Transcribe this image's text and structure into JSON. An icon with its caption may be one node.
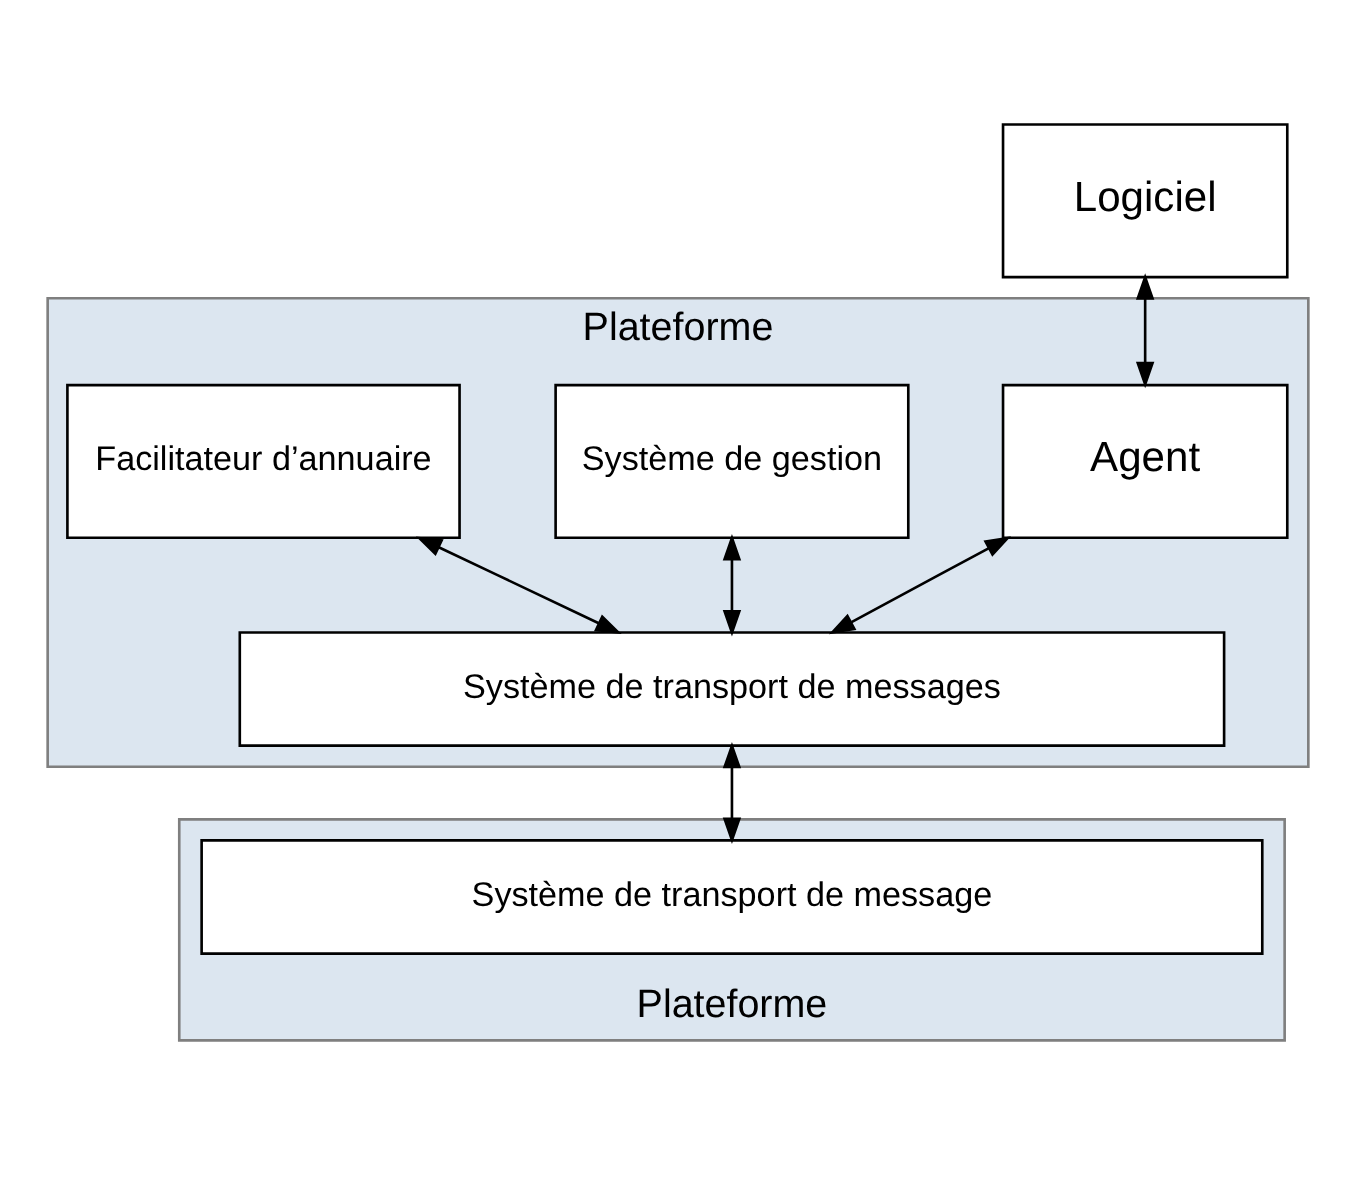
{
  "diagram": {
    "nodes": [
      {
        "text": [
          "Logiciel"
        ]
      },
      {
        "text": [
          "Plateforme"
        ]
      },
      {
        "text": [
          "Agent"
        ],
        "in": 1
      },
      {
        "text": [
          "Système de gestion"
        ],
        "in": 1
      },
      {
        "text": [
          "Facilitateur d’annuaire"
        ],
        "in": 1
      },
      {
        "text": [
          "Système de transport de messages"
        ],
        "in": 1
      },
      {
        "text": [
          "Plateforme"
        ]
      },
      {
        "text": [
          "Système de transport de message"
        ],
        "in": 6
      }
    ],
    "edges": [
      {
        "from": 0,
        "to": 2,
        "arrow": "both"
      },
      {
        "from": 2,
        "to": 5,
        "arrow": "both"
      },
      {
        "from": 3,
        "to": 5,
        "arrow": "both"
      },
      {
        "from": 4,
        "to": 5,
        "arrow": "both"
      },
      {
        "from": 5,
        "to": 7,
        "arrow": "both"
      }
    ]
  }
}
